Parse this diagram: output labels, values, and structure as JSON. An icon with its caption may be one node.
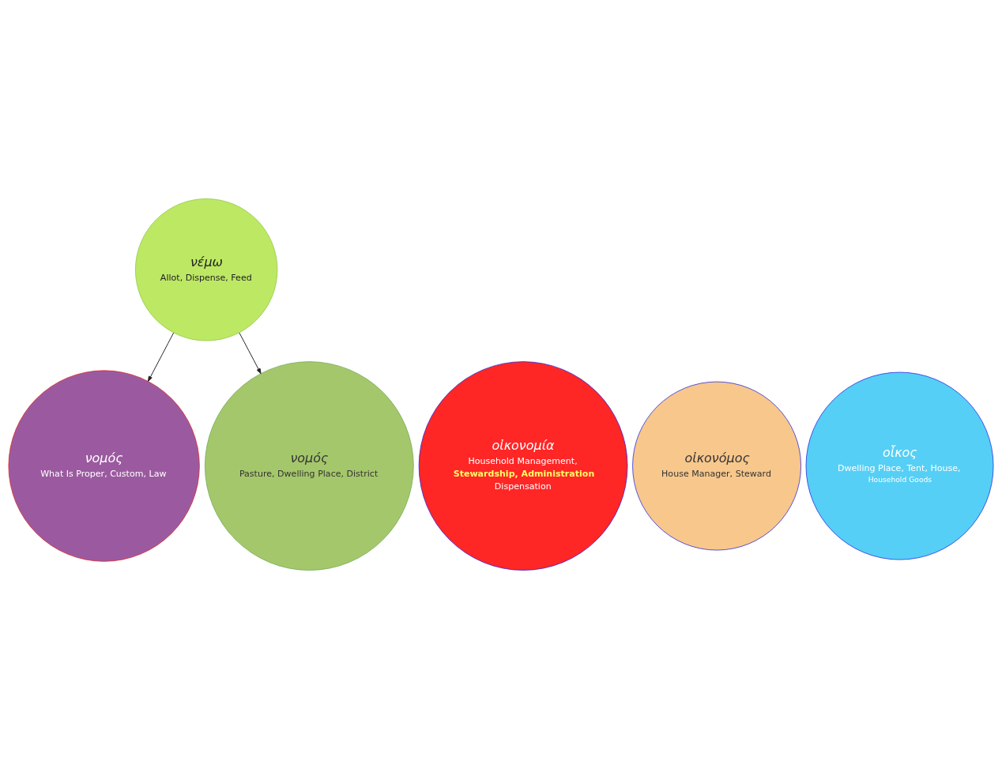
{
  "diagram": {
    "nodes": [
      {
        "text": [
          "νέμω",
          "Allot, Dispense, Feed"
        ]
      },
      {
        "text": [
          "νομός",
          "What Is Proper, Custom, Law"
        ]
      },
      {
        "text": [
          "οἰκονομία",
          "Household Management,",
          "Stewardship, Administration",
          "Dispensation"
        ]
      },
      {
        "text": [
          "νομός",
          "Pasture, Dwelling Place, District"
        ]
      },
      {
        "text": [
          "οἰκονόμος",
          "House Manager, Steward"
        ]
      },
      {
        "text": [
          "οἶκος",
          "Dwelling Place, Tent, House,",
          "Household Goods"
        ]
      }
    ],
    "edges": [
      {
        "from": 0,
        "to": 1,
        "arrow": "to"
      },
      {
        "from": 0,
        "to": 3,
        "arrow": "to"
      }
    ]
  }
}
